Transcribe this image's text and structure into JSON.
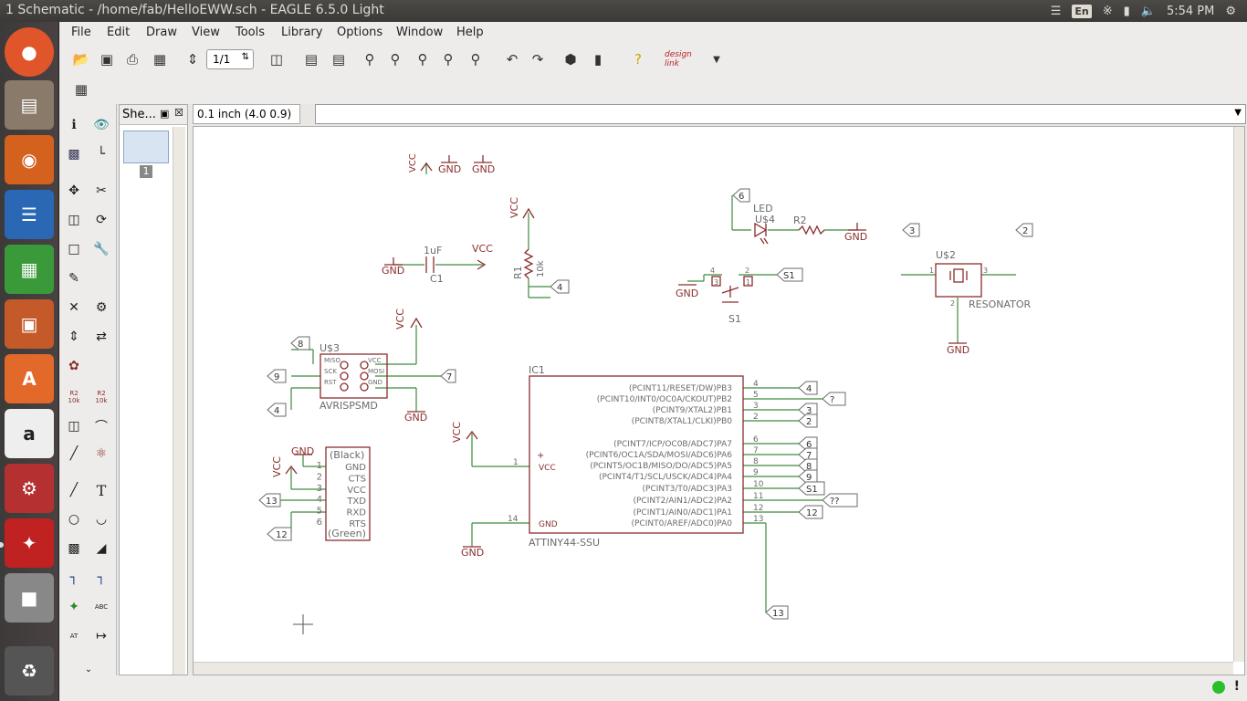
{
  "window": {
    "title": "1 Schematic - /home/fab/HelloEWW.sch - EAGLE 6.5.0 Light"
  },
  "tray": {
    "keyboard": "En",
    "clock": "5:54 PM"
  },
  "menu": [
    "File",
    "Edit",
    "Draw",
    "View",
    "Tools",
    "Library",
    "Options",
    "Window",
    "Help"
  ],
  "toolbar": {
    "page": "1/1",
    "designlink": "design link"
  },
  "sheets": {
    "title": "She...",
    "page_number": "1"
  },
  "coords": "0.1 inch (4.0 0.9)",
  "command": "",
  "tools": {
    "r2_label": "R2",
    "r2_sub": "10k",
    "abc": "ABC",
    "at": "AT",
    "text_tool": "T"
  },
  "schematic": {
    "labels": {
      "vcc": "VCC",
      "gnd": "GND",
      "c_val": "1uF",
      "c_name": "C1",
      "r1": "R1",
      "r1_val": "10k",
      "led": "LED",
      "led_part": "U$4",
      "r2": "R2",
      "us2": "U$2",
      "resonator": "RESONATOR",
      "s1": "S1",
      "us3": "U$3",
      "avr": "AVRISPSMD",
      "ic1": "IC1",
      "ic_name": "ATTINY44-SSU",
      "black": "(Black)",
      "green": "(Green)",
      "plus": "+",
      "vcc_pin": "VCC",
      "gnd_pin": "GND"
    },
    "isp_pins_left": [
      "MISO",
      "SCK",
      "RST"
    ],
    "isp_pins_right": [
      "VCC",
      "MOSI",
      "GND"
    ],
    "ftdi_pins": [
      {
        "n": "1",
        "name": "GND"
      },
      {
        "n": "2",
        "name": "CTS"
      },
      {
        "n": "3",
        "name": "VCC"
      },
      {
        "n": "4",
        "name": "TXD"
      },
      {
        "n": "5",
        "name": "RXD"
      },
      {
        "n": "6",
        "name": "RTS"
      }
    ],
    "ic_pins": [
      {
        "n": "4",
        "name": "(PCINT11/RESET/DW)PB3",
        "tag": "4"
      },
      {
        "n": "5",
        "name": "(PCINT10/INT0/OC0A/CKOUT)PB2",
        "tag": "?"
      },
      {
        "n": "3",
        "name": "(PCINT9/XTAL2)PB1",
        "tag": "3"
      },
      {
        "n": "2",
        "name": "(PCINT8/XTAL1/CLKI)PB0",
        "tag": "2"
      },
      {
        "n": "6",
        "name": "(PCINT7/ICP/OC0B/ADC7)PA7",
        "tag": "6"
      },
      {
        "n": "7",
        "name": "(PCINT6/OC1A/SDA/MOSI/ADC6)PA6",
        "tag": "7"
      },
      {
        "n": "8",
        "name": "(PCINT5/OC1B/MISO/DO/ADC5)PA5",
        "tag": "8"
      },
      {
        "n": "9",
        "name": "(PCINT4/T1/SCL/USCK/ADC4)PA4",
        "tag": "9"
      },
      {
        "n": "10",
        "name": "(PCINT3/T0/ADC3)PA3",
        "tag": "S1"
      },
      {
        "n": "11",
        "name": "(PCINT2/AIN1/ADC2)PA2",
        "tag": "??"
      },
      {
        "n": "12",
        "name": "(PCINT1/AIN0/ADC1)PA1",
        "tag": "12"
      },
      {
        "n": "13",
        "name": "(PCINT0/AREF/ADC0)PA0",
        "tag": ""
      }
    ],
    "tags": {
      "t6": "6",
      "t3": "3",
      "t2": "2",
      "t4": "4",
      "ts1": "S1",
      "t8": "8",
      "t9": "9",
      "t7": "7",
      "t13": "13",
      "t12": "12"
    },
    "pin_nums": {
      "p1": "1",
      "p14": "14",
      "p2": "2",
      "p3": "3",
      "p4": "4"
    }
  },
  "colors": {
    "wire": "#3d8a3d",
    "symbol": "#8b2d2d",
    "label": "#6b6b6b"
  }
}
